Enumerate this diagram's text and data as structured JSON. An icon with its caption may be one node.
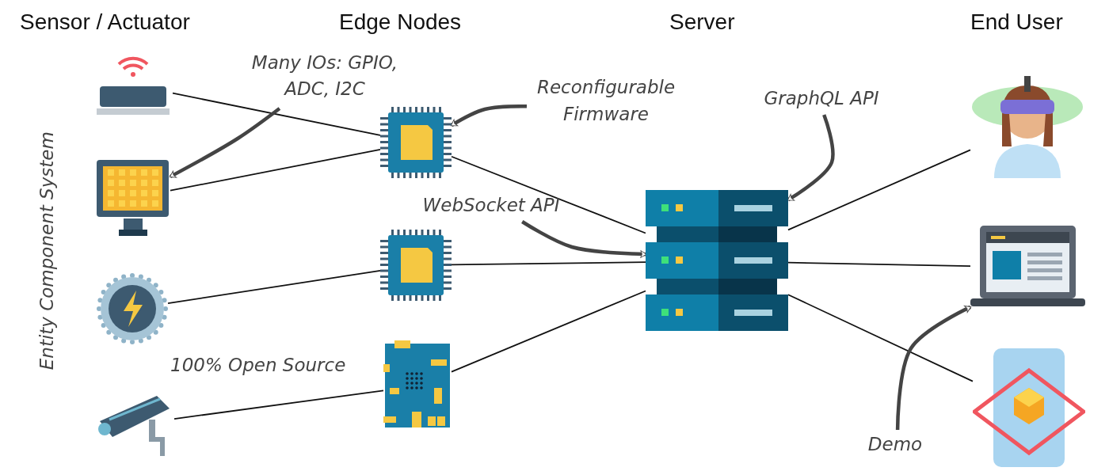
{
  "diagram": {
    "nodes": [
      {
        "text": [],
        "shape": "picture"
      },
      {
        "text": [],
        "shape": "picture"
      },
      {
        "text": [],
        "shape": "picture"
      },
      {
        "text": [],
        "shape": "picture"
      },
      {
        "text": [],
        "shape": "picture"
      },
      {
        "text": [],
        "shape": "picture"
      },
      {
        "text": [],
        "shape": "picture"
      },
      {
        "text": [],
        "shape": "picture"
      },
      {
        "text": [],
        "shape": "person"
      },
      {
        "text": [],
        "shape": "picture"
      },
      {
        "text": [],
        "shape": "picture"
      },
      {
        "text": [
          "Many IOs: GPIO, ADC, I2C"
        ]
      },
      {
        "text": [
          "Reconfigurable Firmware"
        ]
      },
      {
        "text": [
          "WebSocket API"
        ]
      },
      {
        "text": [
          "GraphQL API"
        ]
      },
      {
        "text": [
          "Demo"
        ]
      }
    ],
    "edges": [
      {
        "from": 0,
        "to": 4,
        "arrow": "none"
      },
      {
        "from": 1,
        "to": 4,
        "arrow": "none"
      },
      {
        "from": 2,
        "to": 5,
        "arrow": "none"
      },
      {
        "from": 3,
        "to": 6,
        "arrow": "none"
      },
      {
        "from": 4,
        "to": 7,
        "arrow": "none"
      },
      {
        "from": 5,
        "to": 7,
        "arrow": "none"
      },
      {
        "from": 6,
        "to": 7,
        "arrow": "none"
      },
      {
        "from": 7,
        "to": 8,
        "arrow": "none"
      },
      {
        "from": 7,
        "to": 9,
        "arrow": "none"
      },
      {
        "from": 7,
        "to": 10,
        "arrow": "none"
      },
      {
        "from": 11,
        "to": 1,
        "arrow": "to",
        "style": "thick"
      },
      {
        "from": 12,
        "to": 4,
        "arrow": "to",
        "style": "thick"
      },
      {
        "from": 13,
        "to": 7,
        "arrow": "to",
        "style": "thick"
      },
      {
        "from": 14,
        "to": 7,
        "arrow": "to",
        "style": "thick"
      },
      {
        "from": 15,
        "to": 9,
        "arrow": "to",
        "style": "thick"
      }
    ],
    "labels": [
      "Sensor / Actuator",
      "Edge Nodes",
      "Server",
      "End User",
      "Entity Component System",
      "100% Open Source"
    ]
  }
}
